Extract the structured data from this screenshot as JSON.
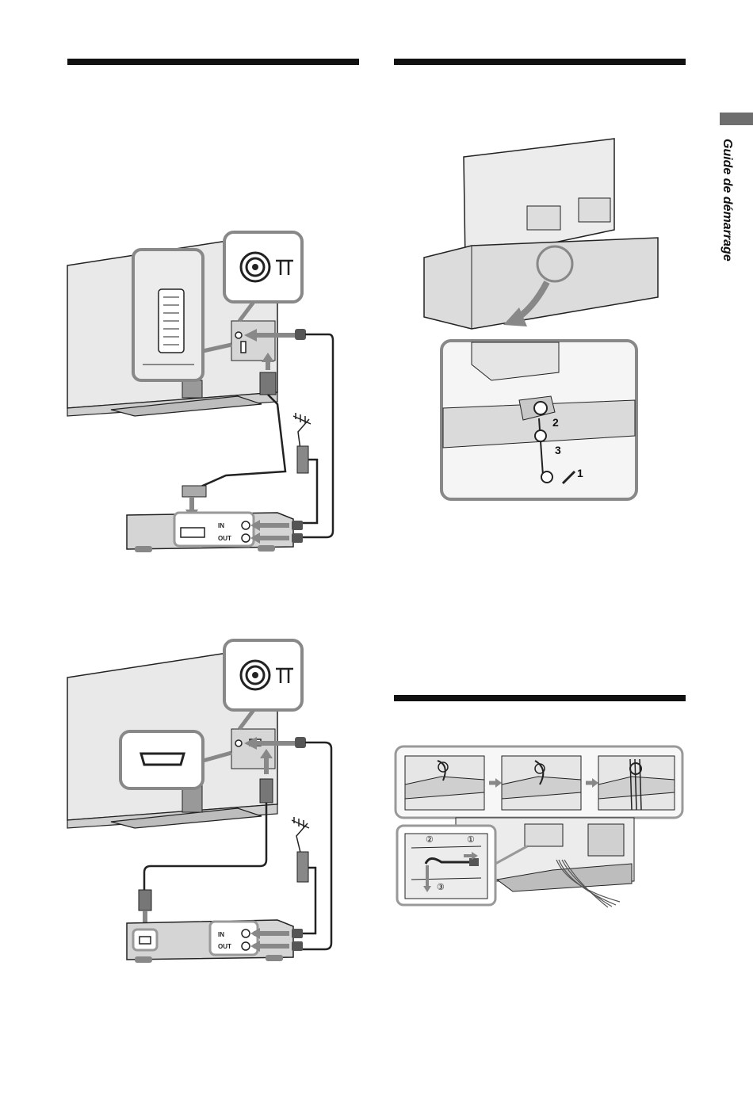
{
  "sidebar": {
    "label": "Guide de démarrage"
  },
  "diagram1": {
    "in_label": "IN",
    "out_label": "OUT"
  },
  "diagram2": {
    "step1": "1",
    "step2": "2",
    "step3": "3"
  },
  "diagram3": {
    "in_label": "IN",
    "out_label": "OUT"
  },
  "diagram4": {
    "step1": "①",
    "step2": "②",
    "step3": "③"
  }
}
